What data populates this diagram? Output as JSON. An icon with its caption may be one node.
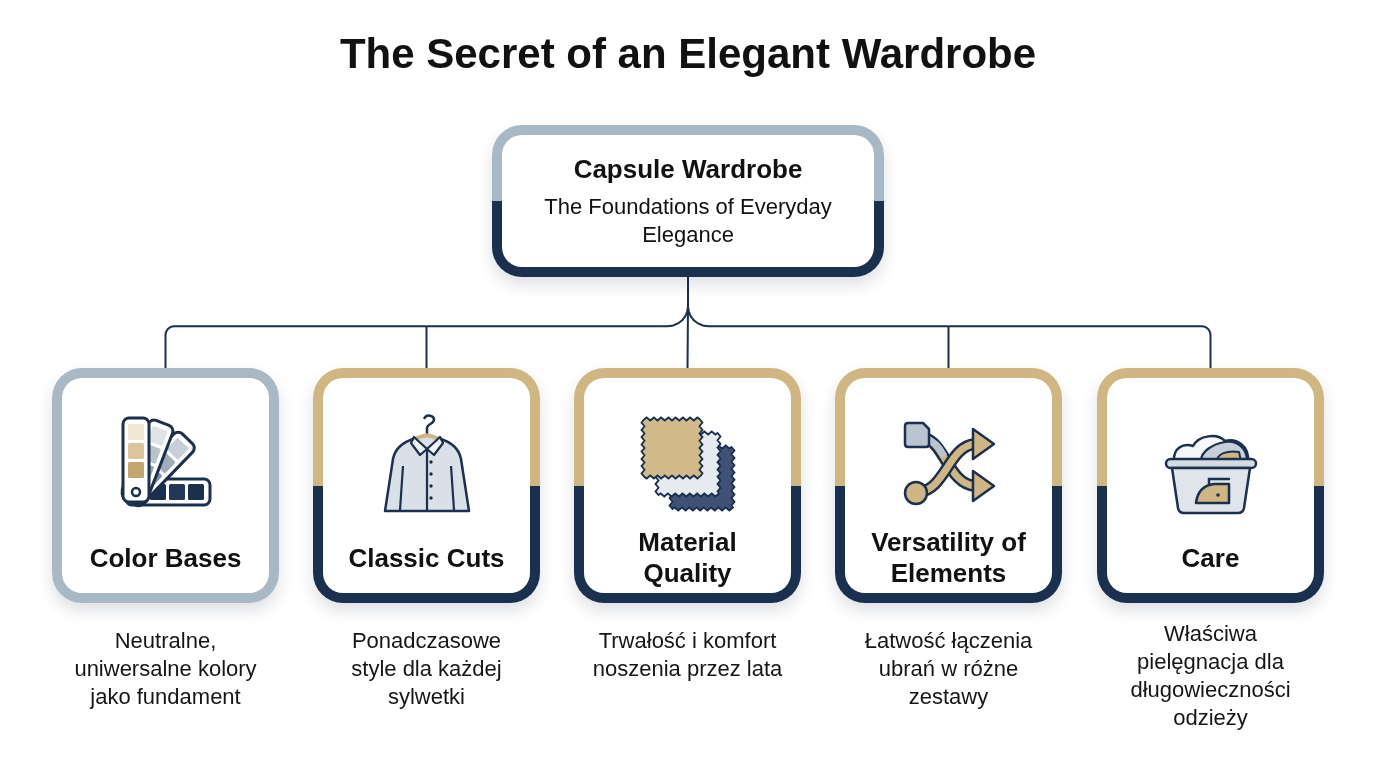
{
  "diagram": {
    "title": "The Secret of an Elegant Wardrobe",
    "nodes": [
      {
        "text": [
          "Capsule Wardrobe",
          "The Foundations of Everyday Elegance"
        ]
      },
      {
        "text": [
          "Color Bases"
        ],
        "beside": [
          "Neutralne, uniwersalne kolory jako fundament"
        ]
      },
      {
        "text": [
          "Classic Cuts"
        ],
        "beside": [
          "Ponadczasowe style dla każdej sylwetki"
        ]
      },
      {
        "text": [
          "Material Quality"
        ],
        "beside": [
          "Trwałość i komfort noszenia przez lata"
        ]
      },
      {
        "text": [
          "Versatility of Elements"
        ],
        "beside": [
          "Łatwość łączenia ubrań w różne zestawy"
        ]
      },
      {
        "text": [
          "Care"
        ],
        "beside": [
          "Właściwa pielęgnacja dla długowieczności odzieży"
        ]
      }
    ],
    "edges": [
      {
        "from": 0,
        "to": 1,
        "arrow": "none"
      },
      {
        "from": 0,
        "to": 2,
        "arrow": "none"
      },
      {
        "from": 0,
        "to": 3,
        "arrow": "none"
      },
      {
        "from": 0,
        "to": 4,
        "arrow": "none"
      },
      {
        "from": 0,
        "to": 5,
        "arrow": "none"
      }
    ]
  }
}
